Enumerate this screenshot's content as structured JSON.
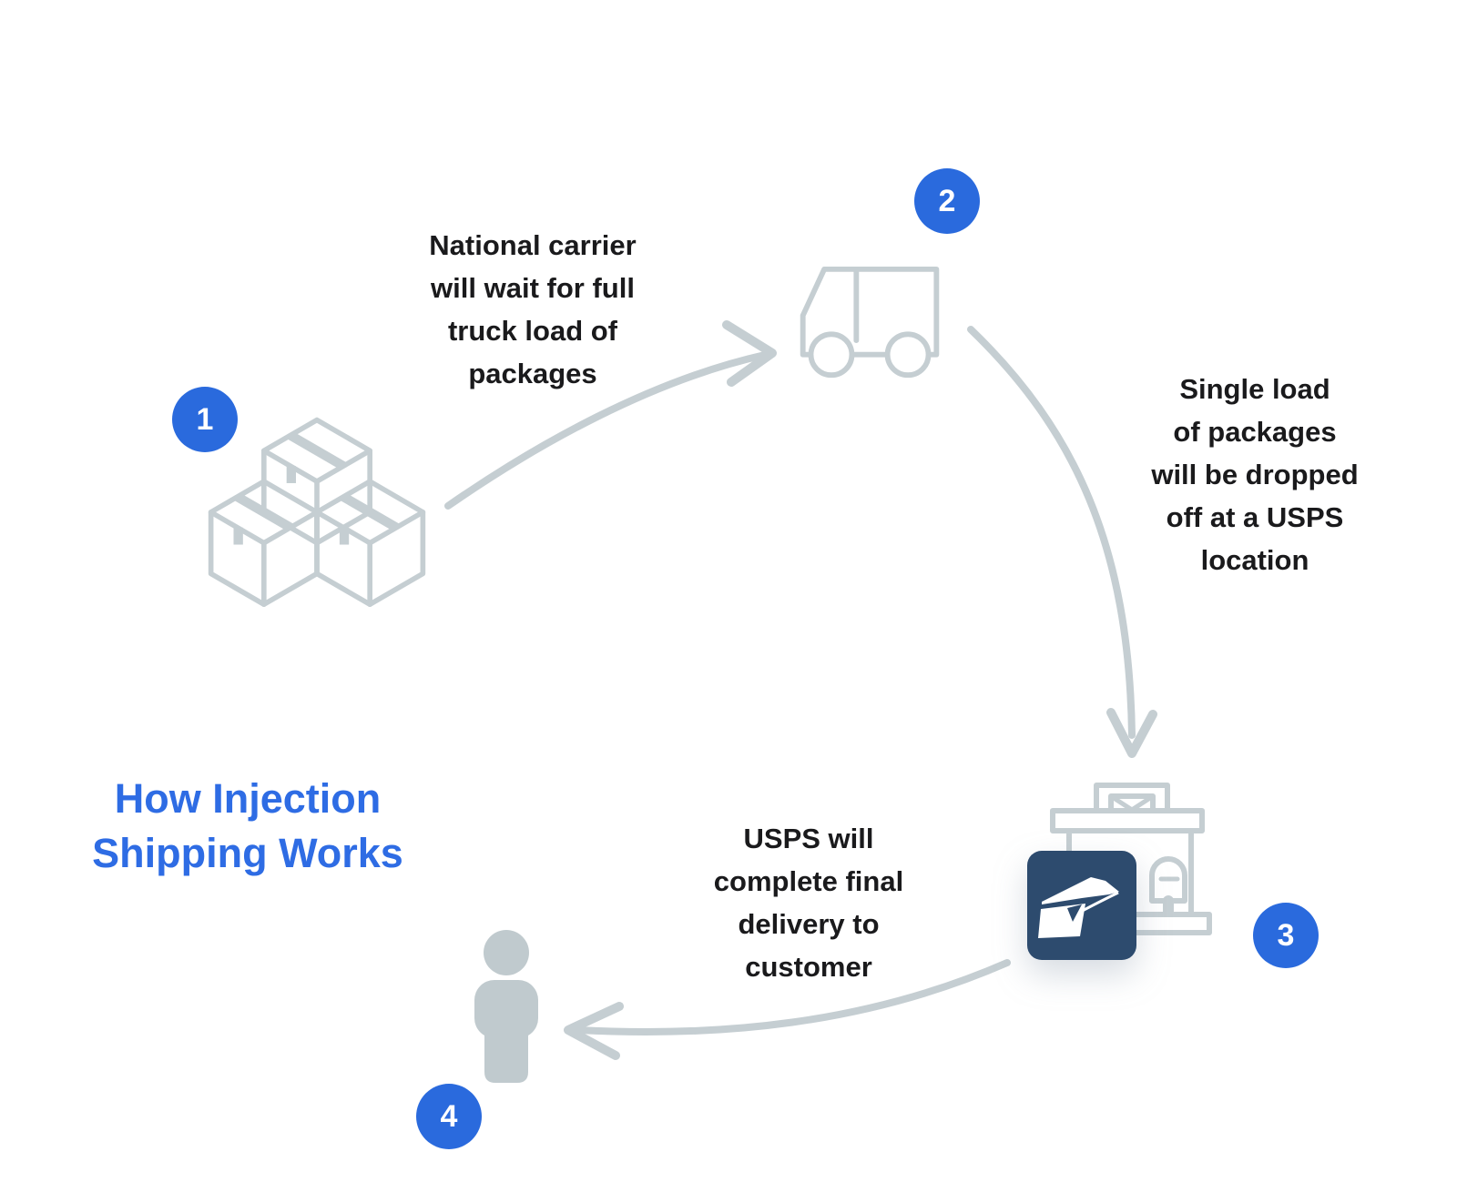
{
  "title": {
    "line1": "How Injection",
    "line2": "Shipping Works"
  },
  "steps": {
    "1": {
      "badge": "1",
      "icon": "packages-icon"
    },
    "2": {
      "badge": "2",
      "icon": "delivery-truck-icon",
      "caption": "National carrier\nwill wait for full\ntruck load of\npackages"
    },
    "3": {
      "badge": "3",
      "icon": "usps-post-office-icon",
      "caption": "Single load\nof packages\nwill be dropped\noff at a USPS\nlocation"
    },
    "4": {
      "badge": "4",
      "icon": "customer-icon",
      "caption": "USPS will\ncomplete final\ndelivery to\ncustomer"
    }
  },
  "colors": {
    "accent_blue": "#2a6add",
    "title_blue": "#2e6ce4",
    "outline_gray": "#c5ced2",
    "silhouette_gray": "#c0cace",
    "usps_navy": "#2d4b6e",
    "text_dark": "#1a1a1c",
    "background": "#ffffff"
  }
}
